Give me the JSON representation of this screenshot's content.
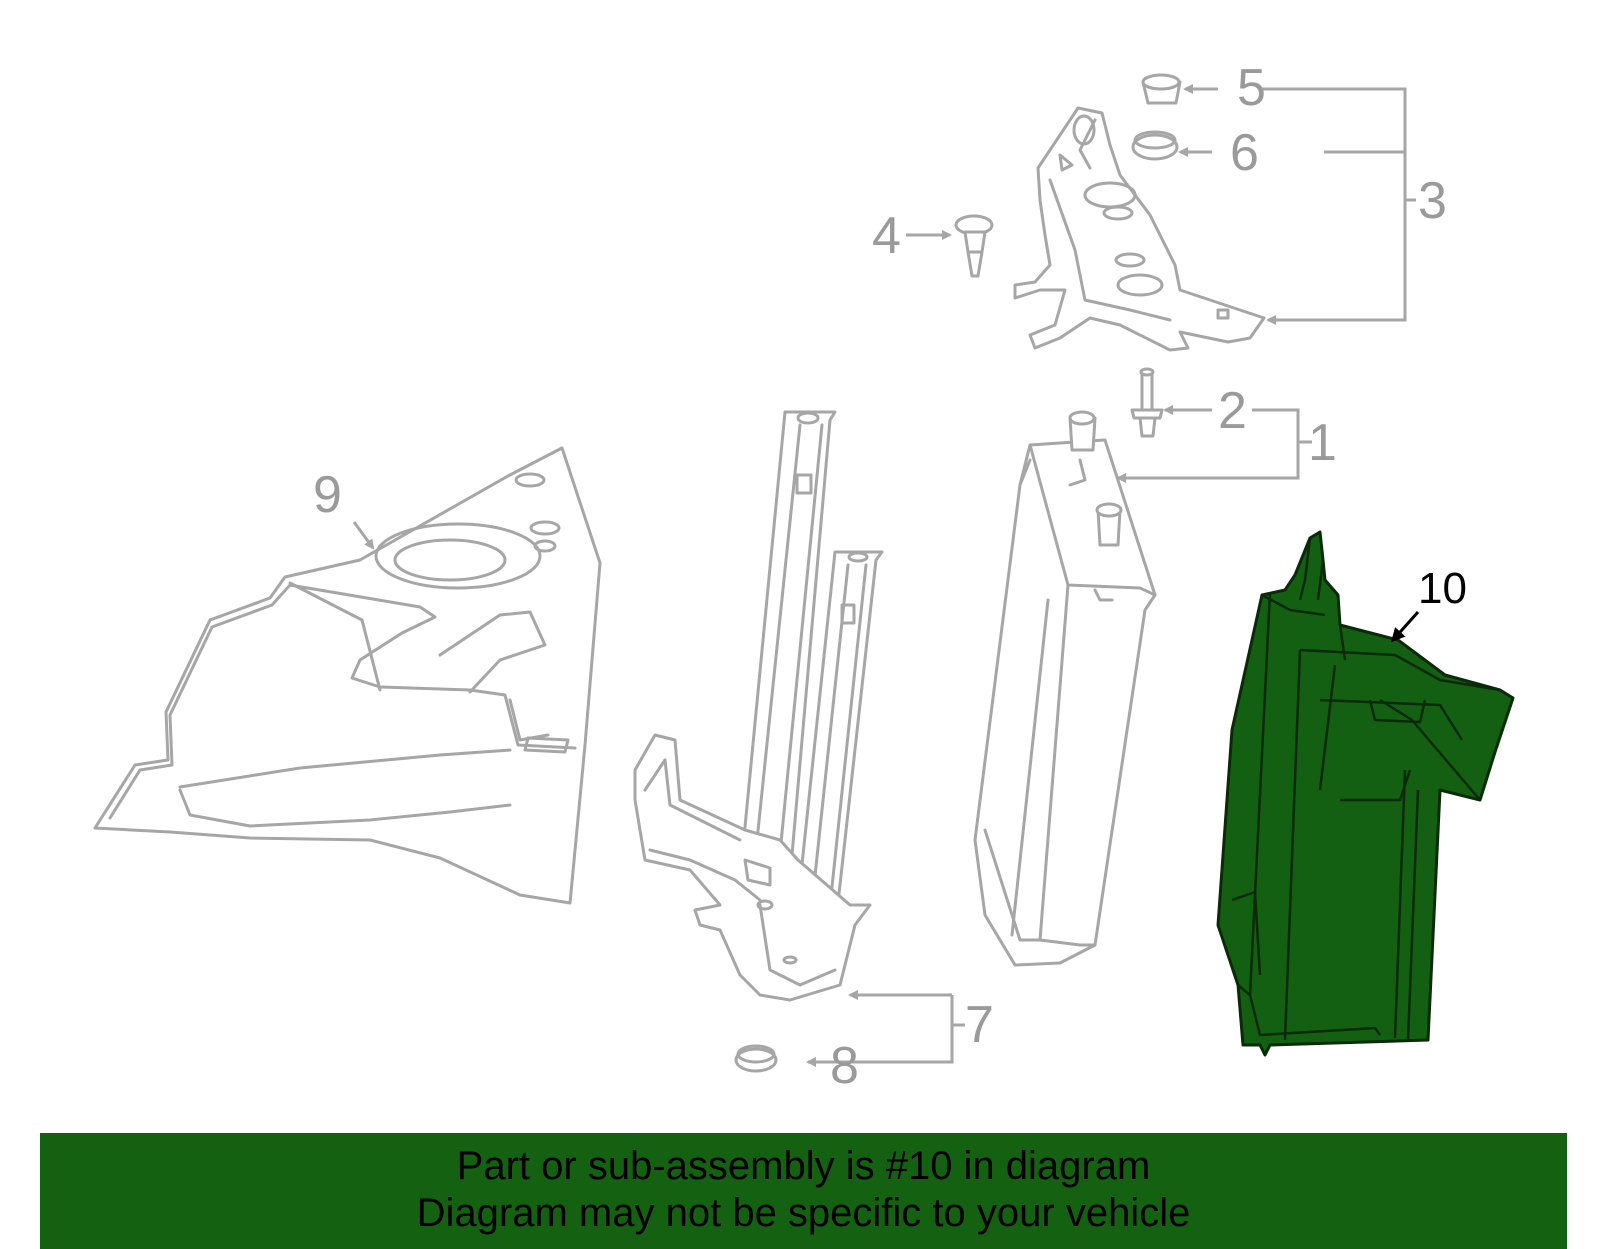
{
  "callouts": {
    "c1": "1",
    "c2": "2",
    "c3": "3",
    "c4": "4",
    "c5": "5",
    "c6": "6",
    "c7": "7",
    "c8": "8",
    "c9": "9",
    "c10": "10"
  },
  "highlighted_part": "10",
  "banner": {
    "line1": "Part or sub-assembly is #10 in diagram",
    "line2": "Diagram may not be specific to your vehicle"
  },
  "colors": {
    "highlight": "#146012",
    "banner": "#146112",
    "line_art": "#a6a6a6"
  }
}
